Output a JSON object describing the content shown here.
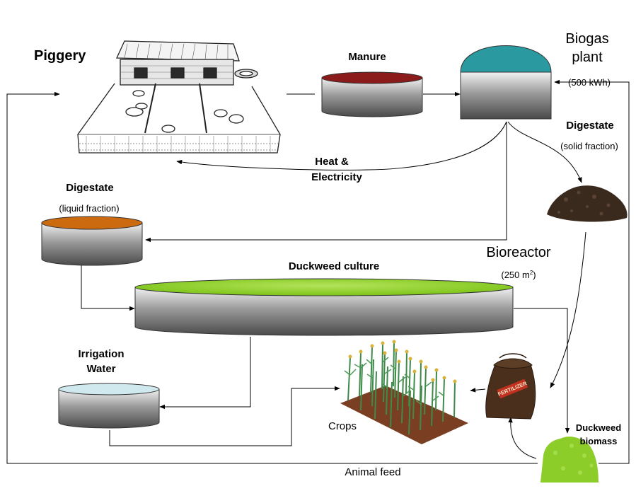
{
  "labels": {
    "piggery": "Piggery",
    "manure": "Manure",
    "biogas_line1": "Biogas",
    "biogas_line2": "plant",
    "biogas_capacity": "(500 kWh)",
    "digestate_solid_title": "Digestate",
    "digestate_solid_sub": "(solid fraction)",
    "heat_line1": "Heat &",
    "heat_line2": "Electricity",
    "digestate_liquid_title": "Digestate",
    "digestate_liquid_sub": "(liquid fraction)",
    "bioreactor": "Bioreactor",
    "bioreactor_area_pre": "(250 m",
    "bioreactor_area_sup": "2",
    "bioreactor_area_post": ")",
    "duckweed_culture": "Duckweed culture",
    "irrigation_line1": "Irrigation",
    "irrigation_line2": "Water",
    "crops": "Crops",
    "fertilizer_text": "FERTILIZER",
    "duckweed_biomass_line1": "Duckweed",
    "duckweed_biomass_line2": "biomass",
    "animal_feed": "Animal feed"
  },
  "colors": {
    "manure_top": "#8b1a1a",
    "biogas_dome": "#2a9aa0",
    "liquid_top": "#cc6a10",
    "duckweed_top": "#8fd11a",
    "irrigation_top": "#cfe9ee",
    "duckweed_biomass": "#8ccd2a",
    "compost": "#3a2a1e",
    "sack": "#4a2f1c",
    "soil": "#7a3f22",
    "crop_leaf": "#3f8a4a",
    "crop_tassel": "#d8b23a"
  },
  "icons": {
    "piggery": "piggery-sketch-icon",
    "compost": "compost-pile-icon",
    "fertilizer": "fertilizer-sack-icon",
    "crops": "crop-field-icon",
    "duckweed_biomass": "duckweed-biomass-icon"
  }
}
